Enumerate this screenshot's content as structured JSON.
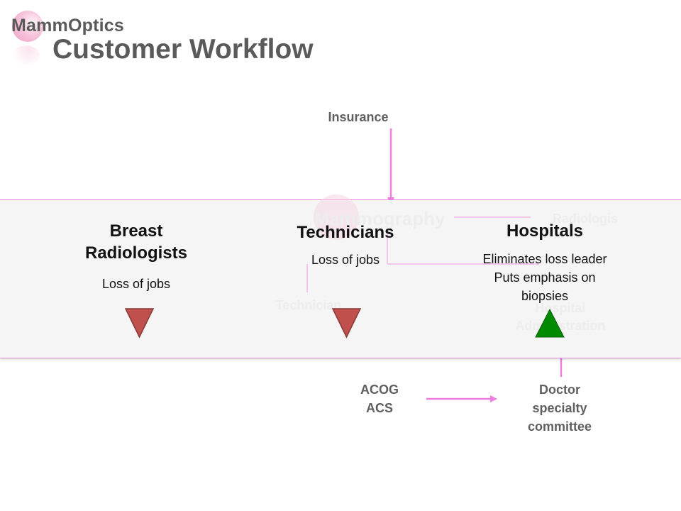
{
  "brand": "MammOptics",
  "title": "Customer Workflow",
  "background_diagram": {
    "insurance": "Insurance",
    "center": "Mammography",
    "radiologist": "Radiologis",
    "technician": "Technician",
    "hospital_line1": "Hospital",
    "hospital_line2": "Administration",
    "acog": "ACOG",
    "acs": "ACS",
    "doctor_line1": "Doctor",
    "doctor_line2": "specialty",
    "doctor_line3": "committee"
  },
  "impacts": [
    {
      "title_line1": "Breast",
      "title_line2": "Radiologists",
      "detail": "Loss of jobs",
      "indicator": "down",
      "indicator_color": "#c0504d"
    },
    {
      "title_line1": "Technicians",
      "detail": "Loss of jobs",
      "indicator": "down",
      "indicator_color": "#c0504d"
    },
    {
      "title_line1": "Hospitals",
      "detail_line1": "Eliminates loss leader",
      "detail_line2": "Puts emphasis on",
      "detail_line3": "biopsies",
      "indicator": "up",
      "indicator_color": "#008a00"
    }
  ],
  "colors": {
    "accent_pink": "#ee7de0",
    "overlay_border": "#e688da",
    "title_gray": "#5a5a5a"
  }
}
